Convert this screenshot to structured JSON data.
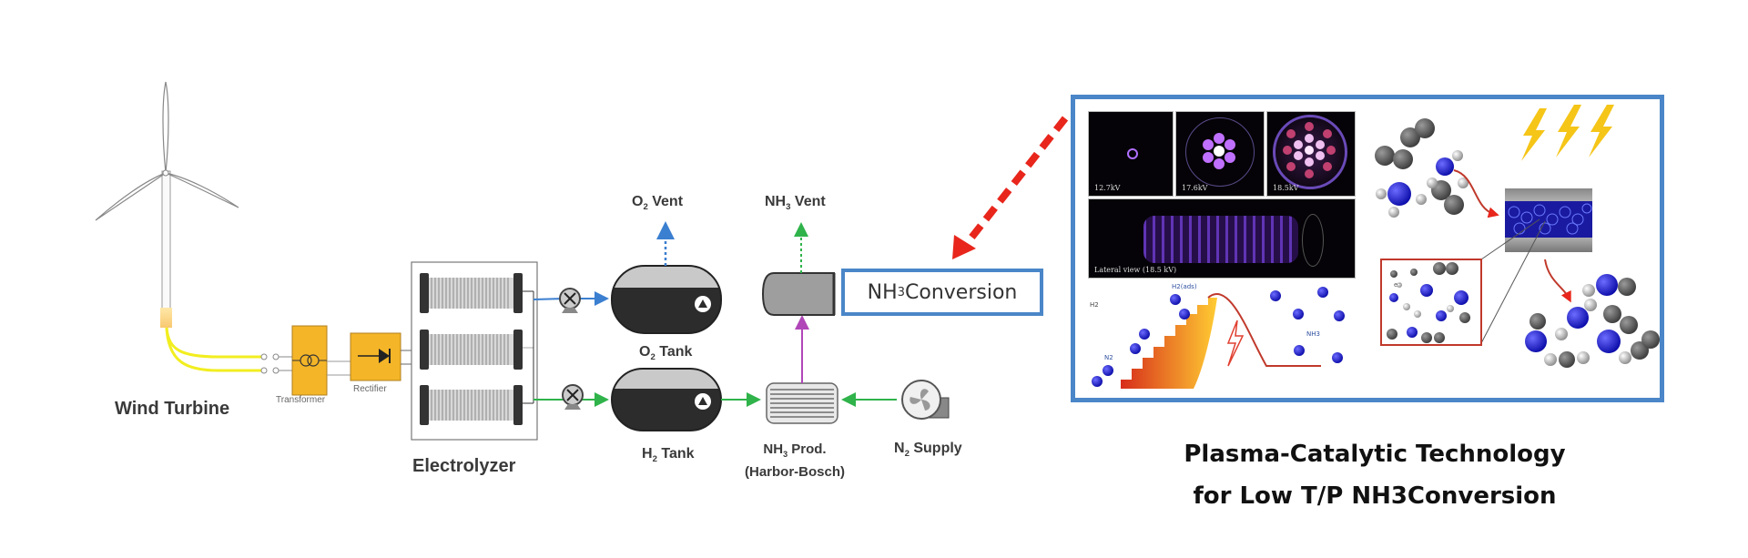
{
  "diagram": {
    "components": {
      "wind_turbine": "Wind Turbine",
      "transformer": "Transformer",
      "rectifier": "Rectifier",
      "electrolyzer": "Electrolyzer",
      "o2_vent": {
        "base": "O",
        "sub": "2",
        "rest": " Vent"
      },
      "o2_tank": {
        "base": "O",
        "sub": "2",
        "rest": " Tank"
      },
      "h2_tank": {
        "base": "H",
        "sub": "2",
        "rest": " Tank"
      },
      "nh3_vent": {
        "base": "NH",
        "sub": "3",
        "rest": " Vent"
      },
      "nh3_prod": {
        "base": "NH",
        "sub": "3",
        "rest": " Prod.",
        "line2": "(Harbor-Bosch)"
      },
      "n2_supply": {
        "base": "N",
        "sub": "2",
        "rest": " Supply"
      },
      "nh3_conversion": {
        "base": "NH",
        "sub": "3",
        "rest": " Conversion"
      }
    },
    "flows": [
      {
        "from": "electrolyzer",
        "to": "o2_tank",
        "color": "#3b7fd0",
        "style": "solid"
      },
      {
        "from": "o2_tank",
        "to": "o2_vent",
        "color": "#3b7fd0",
        "style": "dashed"
      },
      {
        "from": "electrolyzer",
        "to": "h2_tank",
        "color": "#2fb34a",
        "style": "solid"
      },
      {
        "from": "h2_tank",
        "to": "nh3_prod",
        "color": "#2fb34a",
        "style": "solid"
      },
      {
        "from": "n2_supply",
        "to": "nh3_prod",
        "color": "#2fb34a",
        "style": "solid"
      },
      {
        "from": "nh3_prod",
        "to": "nh3_storage",
        "color": "#b046b8",
        "style": "solid"
      },
      {
        "from": "nh3_storage",
        "to": "nh3_vent",
        "color": "#2fb34a",
        "style": "dashed"
      }
    ],
    "callout_arrow_color": "#e8261c"
  },
  "tech_panel": {
    "plasma_images": [
      "12.7kV",
      "17.6kV",
      "18.5kV"
    ],
    "lateral_view": "Lateral view (18.5 kV)",
    "reaction_labels": {
      "h2": "H2",
      "h_ads": "H2(ads)",
      "n2": "N2",
      "nh3": "NH3"
    },
    "caption_line1": "Plasma-Catalytic Technology",
    "caption_line2": "for Low T/P NH3Conversion"
  },
  "colors": {
    "frame_blue": "#4a86c8",
    "orange_block": "#f4b528",
    "cable_yellow": "#f2ee20",
    "tank_dark": "#2c2c2c",
    "tank_light": "#c9c9c9"
  }
}
